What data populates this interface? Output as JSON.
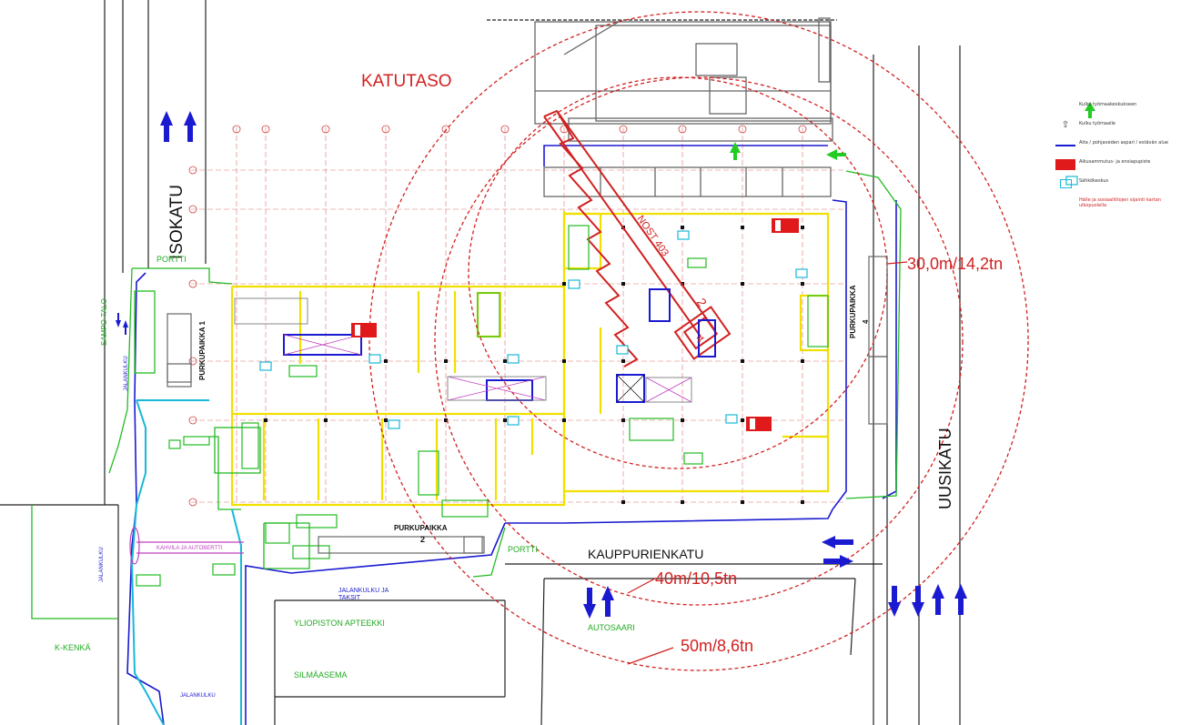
{
  "labels": {
    "katutaso": "KATUTASO",
    "isokatu": "ISOKATU",
    "uusikatu": "UUSIKATU",
    "kauppurienkatu": "KAUPPURIENKATU",
    "portti_top": "PORTTI",
    "portti_bottom": "PORTTI",
    "sampo_talo": "SAMPO-TALO",
    "jalankulku_left": "JALANKULKU",
    "jalankulku_bottom_left": "JALANKULKU",
    "jalankulku_bottom": "JALANKULKU",
    "purkupaikka_1": "PURKUPAIKKA 1",
    "purkupaikka_bottom": "PURKUPAIKKA",
    "purkupaikka_4": "PURKUPAIKKA",
    "purkupaikka_4_num": "4",
    "purkupaikka_bottom_num": "2",
    "jalankulku_ja_taksit_1": "JALANKULKU JA",
    "jalankulku_ja_taksit_2": "TAKSIT",
    "yliopiston_apteekki": "YLIOPISTON APTEEKKI",
    "silmaasema": "SILMÄASEMA",
    "autosaari": "AUTOSAARI",
    "k_kenka": "K-KENKÄ",
    "kahvila": "KAHVILA JA AUTOBERTTI"
  },
  "crane": {
    "id": "NOST 403",
    "radius_inner": "30,0m/14,2tn",
    "radius_middle": "40m/10,5tn",
    "radius_outer": "50m/8,6tn",
    "markers": [
      "2",
      "4"
    ]
  },
  "grid_ids": [
    "⑦",
    "⑥",
    "⑤",
    "④",
    "③",
    "②",
    "①",
    "A",
    "B",
    "C",
    "D"
  ],
  "legend": {
    "items": [
      {
        "label": "Kulku työmaakeskukseen"
      },
      {
        "label": "Kulku työmaalle"
      },
      {
        "label": "Aita / pohjaveden aspari / estävän alue"
      },
      {
        "label": "Alkusammutus- ja ensiapupiste"
      },
      {
        "label": "Sähkökeskus"
      },
      {
        "label": "Hälle ja sosiaalitilojen sijainti kartan ulkopuolella"
      }
    ],
    "colors": {
      "green_arrow": "#22cc22",
      "fence": "#1a1ad0",
      "red_box": "#e01a1a",
      "cyan_box": "#18b8d8"
    }
  },
  "colors": {
    "building": "#f0e000",
    "fence": "#1a1ad0",
    "crane": "#d42020",
    "grid": "#e07070",
    "green": "#22bb22",
    "cyan": "#18b8d8",
    "magenta": "#c040c0"
  }
}
